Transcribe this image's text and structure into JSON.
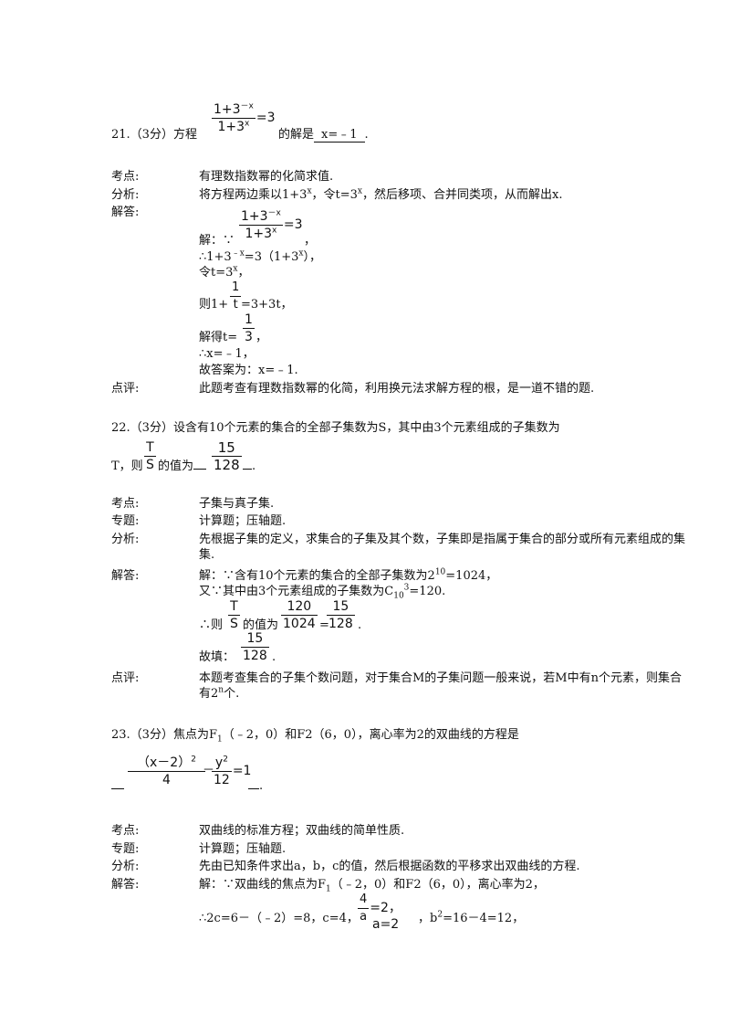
{
  "q21": {
    "prefix": "21.（3分）方程",
    "eq_num": "1+3",
    "eq_num_exp": "－x",
    "eq_den": "1+3",
    "eq_den_exp": "x",
    "eq_rhs": "=3",
    "mid": "的解是",
    "answer": "x=﹣1",
    "end": ".",
    "kaodian_label": "考点:",
    "kaodian": "有理数指数幂的化简求值.",
    "fenxi_label": "分析:",
    "fenxi": "将方程两边乘以1+3",
    "fenxi_sup": "x",
    "fenxi2": "，令t=3",
    "fenxi2_sup": "x",
    "fenxi3": "，然后移项、合并同类项，从而解出x.",
    "jieda_label": "解答:",
    "s1_pre": "解：∵",
    "s1_post": "，",
    "s2a": "∴1+3",
    "s2a_sup": "﹣x",
    "s2b": "=3（1+3",
    "s2b_sup": "x",
    "s2c": "），",
    "s3": "令t=3",
    "s3_sup": "x",
    "s3_end": "，",
    "s4_pre": "则1+",
    "s4_num": "1",
    "s4_den": "t",
    "s4_post": "=3+3t，",
    "s5_pre": "解得t=",
    "s5_num": "1",
    "s5_den": "3",
    "s5_post": "，",
    "s6": "∴x=﹣1，",
    "s7": "故答案为：x=﹣1.",
    "dianping_label": "点评:",
    "dianping": "此题考查有理数指数幂的化简，利用换元法求解方程的根，是一道不错的题."
  },
  "q22": {
    "line1": "22.（3分）设含有10个元素的集合的全部子集数为S，其中由3个元素组成的子集数为",
    "pre": "T，则",
    "f_num": "T",
    "f_den": "S",
    "mid": "的值为",
    "ans_num": "15",
    "ans_den": "128",
    "end": ".",
    "kaodian_label": "考点:",
    "kaodian": "子集与真子集.",
    "zhuanti_label": "专题:",
    "zhuanti": "计算题；压轴题.",
    "fenxi_label": "分析:",
    "fenxi": "先根据子集的定义，求集合的子集及其个数，子集即是指属于集合的部分或所有元素组成的集",
    "fenxi_cont": "集.",
    "jieda_label": "解答:",
    "j1": "解：∵含有10个元素的集合的全部子集数为2",
    "j1_sup": "10",
    "j1_end": "=1024，",
    "j2": "又∵其中由3个元素组成的子集数为C",
    "j2_sub": "10",
    "j2_sup": "3",
    "j2_end": "=120.",
    "j3_pre": "∴则",
    "j3_f1_num": "T",
    "j3_f1_den": "S",
    "j3_mid": "的值为",
    "j3_f2_num": "120",
    "j3_f2_den": "1024",
    "j3_eq": "=",
    "j3_f3_num": "15",
    "j3_f3_den": "128",
    "j3_end": ".",
    "j4_pre": "故填：",
    "j4_num": "15",
    "j4_den": "128",
    "j4_end": ".",
    "dianping_label": "点评:",
    "dianping": "本题考查集合的子集个数问题，对于集合M的子集问题一般来说，若M中有n个元素，则集合",
    "dianping_cont": "有2",
    "dianping_sup": "n",
    "dianping_end": "个."
  },
  "q23": {
    "line1": "23.（3分）焦点为F",
    "line1_sub": "1",
    "line1_b": "（﹣2，0）和F2（6，0），离心率为2的双曲线的方程是",
    "a_num": "（x－2）",
    "a_num_exp": "2",
    "a_den": "4",
    "a_minus": "－",
    "b_num": "y",
    "b_num_exp": "2",
    "b_den": "12",
    "a_rhs": "=1",
    "end": ".",
    "kaodian_label": "考点:",
    "kaodian": "双曲线的标准方程；双曲线的简单性质.",
    "zhuanti_label": "专题:",
    "zhuanti": "计算题；压轴题.",
    "fenxi_label": "分析:",
    "fenxi": "先由已知条件求出a，b，c的值，然后根据函数的平移求出双曲线的方程.",
    "jieda_label": "解答:",
    "j1": "解：∵双曲线的焦点为F",
    "j1_sub": "1",
    "j1_b": "（﹣2，0）和F2（6，0），离心率为2，",
    "j2_pre": "∴2c=6－（﹣2）=8，c=4，",
    "j2_num": "4",
    "j2_den": "a",
    "j2_mid": "=2，a=2",
    "j2_post": "，b",
    "j2_sup": "2",
    "j2_end": "=16－4=12，"
  }
}
